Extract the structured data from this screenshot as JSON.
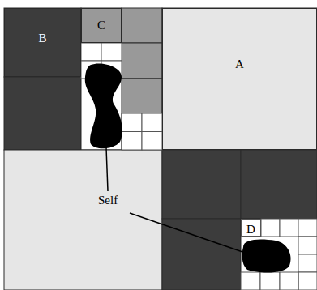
{
  "diagram": {
    "nodes": [
      {
        "text": [
          "A"
        ]
      },
      {
        "text": [
          "B"
        ]
      },
      {
        "text": [
          "C"
        ]
      },
      {
        "text": [
          "D"
        ]
      }
    ],
    "labels": [
      "Self"
    ]
  }
}
